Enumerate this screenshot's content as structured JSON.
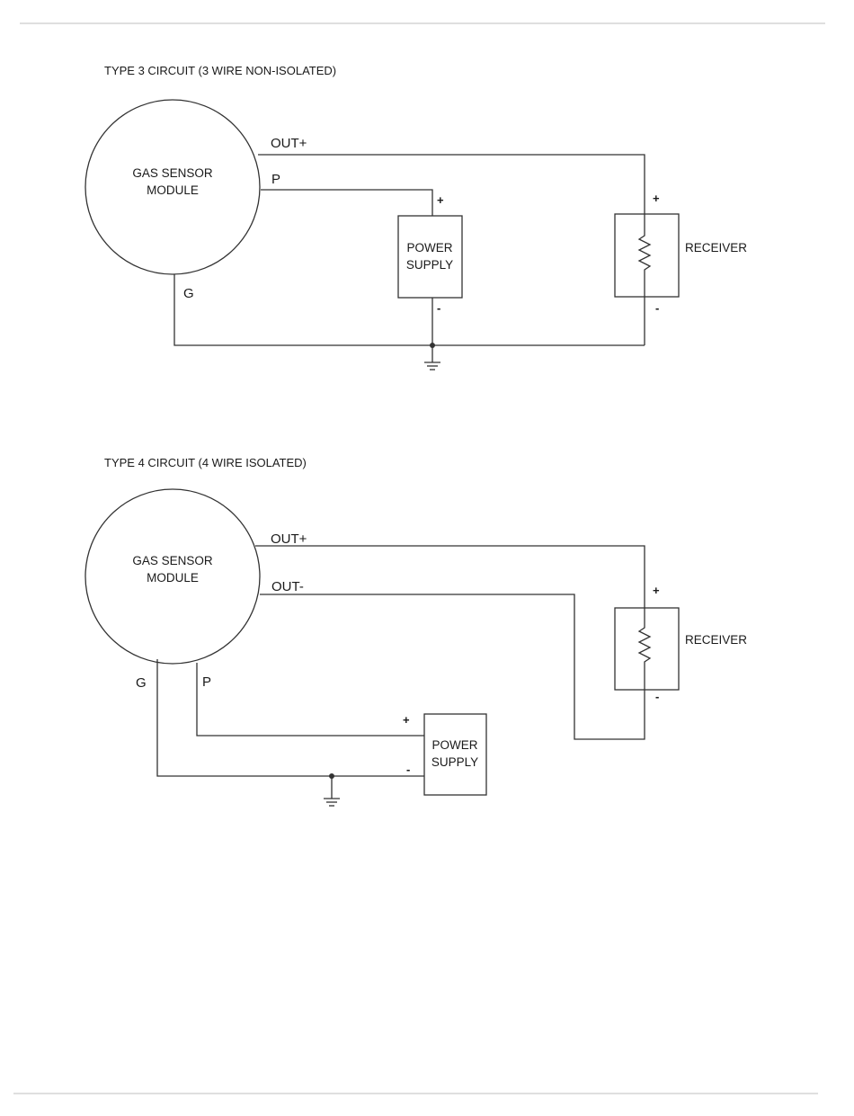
{
  "diagrams": [
    {
      "title": "TYPE 3 CIRCUIT (3 WIRE NON-ISOLATED)",
      "module": [
        "GAS SENSOR",
        "MODULE"
      ],
      "pins": {
        "out_plus": "OUT+",
        "p": "P",
        "g": "G"
      },
      "power_supply": [
        "POWER",
        "SUPPLY"
      ],
      "receiver": "RECEIVER",
      "ps_plus": "+",
      "ps_minus": "-",
      "rx_plus": "+",
      "rx_minus": "-"
    },
    {
      "title": "TYPE 4 CIRCUIT (4 WIRE ISOLATED)",
      "module": [
        "GAS SENSOR",
        "MODULE"
      ],
      "pins": {
        "out_plus": "OUT+",
        "out_minus": "OUT-",
        "g": "G",
        "p": "P"
      },
      "power_supply": [
        "POWER",
        "SUPPLY"
      ],
      "receiver": "RECEIVER",
      "ps_plus": "+",
      "ps_minus": "-",
      "rx_plus": "+",
      "rx_minus": "-"
    }
  ]
}
